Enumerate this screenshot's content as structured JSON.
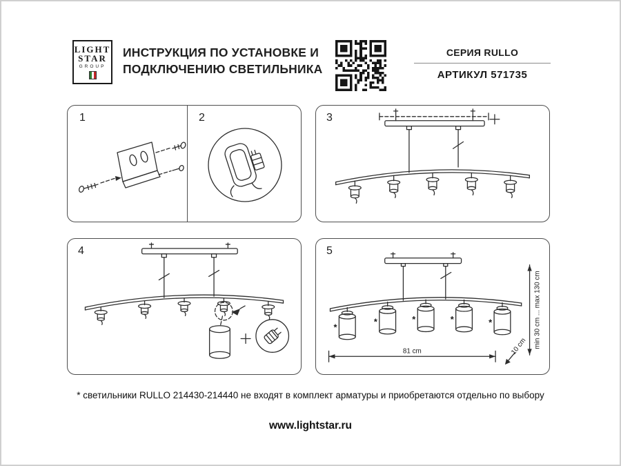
{
  "page": {
    "background": "#ffffff",
    "border_color": "#cfcfcf",
    "line_color": "#2d2d2d"
  },
  "header": {
    "logo": {
      "word1": "LIGHT",
      "word2": "STAR",
      "word3": "GROUP",
      "flag_green": "#2e7d32",
      "flag_red": "#c62828"
    },
    "title": {
      "line1": "ИНСТРУКЦИЯ ПО УСТАНОВКЕ И",
      "line2": "ПОДКЛЮЧЕНИЮ СВЕТИЛЬНИКА"
    },
    "series": "СЕРИЯ RULLO",
    "article": "АРТИКУЛ 571735"
  },
  "panels": {
    "p1": {
      "number": "1"
    },
    "p2": {
      "number": "2"
    },
    "p3": {
      "number": "3"
    },
    "p4": {
      "number": "4"
    },
    "p5": {
      "number": "5",
      "shade_mark": "*",
      "dim_width": "81 cm",
      "dim_height": "min 30 cm ... max 130 cm",
      "dim_offset": "10 cm"
    }
  },
  "footnote": "* светильники RULLO 214430-214440 не входят в комплект арматуры и приобретаются отдельно по выбору",
  "footer": {
    "website": "www.lightstar.ru"
  }
}
